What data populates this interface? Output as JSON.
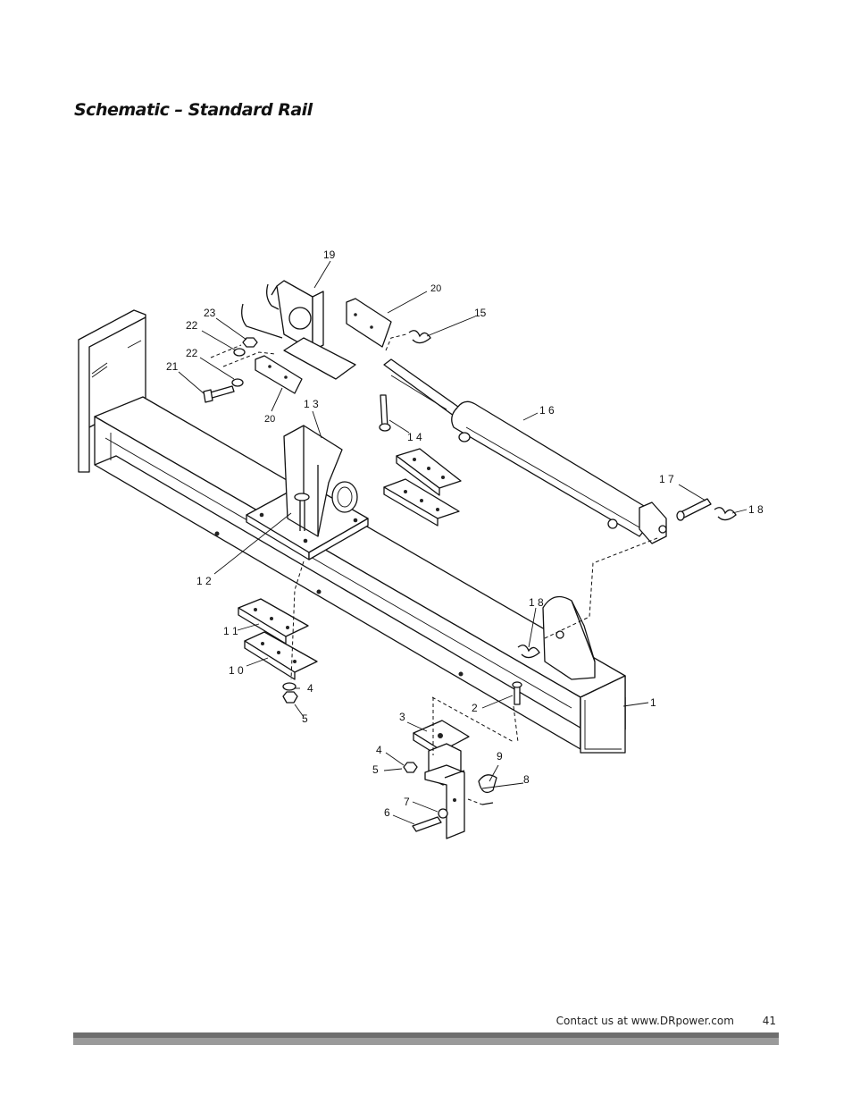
{
  "page": {
    "title": "Schematic – Standard Rail",
    "footer_contact": "Contact us at www.DRpower.com",
    "page_number": "41"
  },
  "diagram": {
    "callouts": {
      "c1": "1",
      "c2": "2",
      "c3": "3",
      "c4a": "4",
      "c4b": "4",
      "c5a": "5",
      "c5b": "5",
      "c6": "6",
      "c7": "7",
      "c8": "8",
      "c9": "9",
      "c10": "1 0",
      "c11": "1 1",
      "c12": "1 2",
      "c13": "1 3",
      "c14": "1 4",
      "c15": "15",
      "c16": "1 6",
      "c17": "1 7",
      "c18a": "1 8",
      "c18b": "1 8",
      "c19": "19",
      "c20a": "20",
      "c20b": "20",
      "c21": "21",
      "c22a": "22",
      "c22b": "22",
      "c23": "23"
    }
  }
}
